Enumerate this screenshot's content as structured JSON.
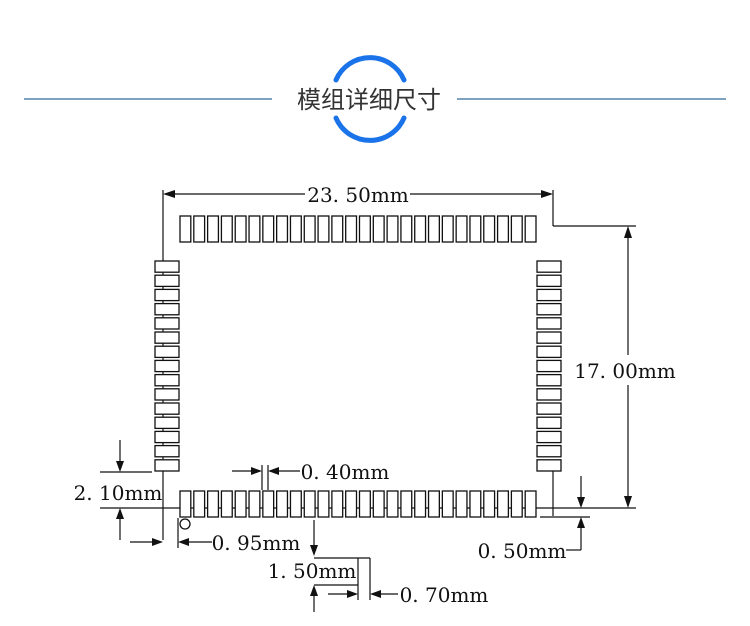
{
  "header": {
    "title": "模组详细尺寸",
    "accent_color": "#1a73e8",
    "line_color": "#2d6a9a"
  },
  "dimensions": {
    "width": "23. 50mm",
    "height": "17. 00mm",
    "pad_edge_offset": "2. 10mm",
    "pad_gap": "0. 40mm",
    "pad_pitch_first": "0. 95mm",
    "pad_length": "1. 50mm",
    "pad_width": "0. 70mm",
    "corner_offset": "0. 50mm"
  },
  "pads": {
    "top_count": 26,
    "bottom_count": 26,
    "left_count": 15,
    "right_count": 15
  }
}
